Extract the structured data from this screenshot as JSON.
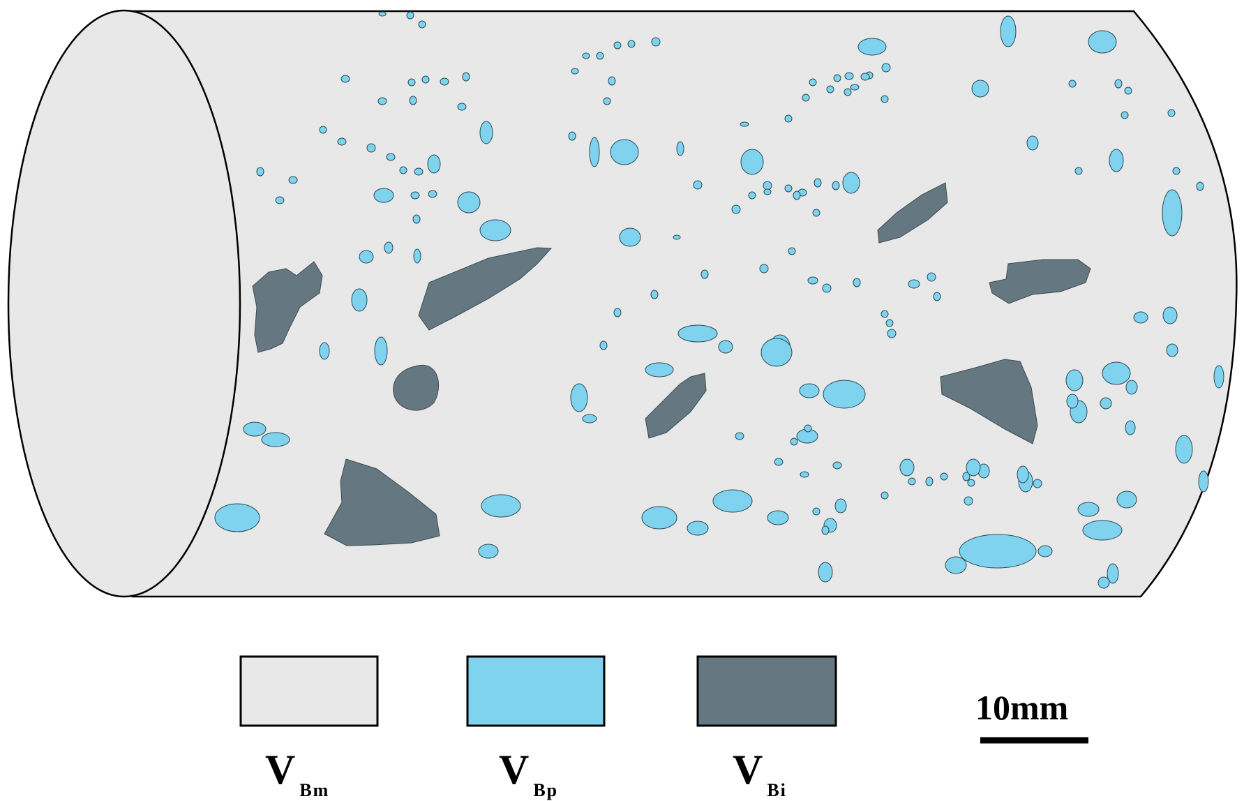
{
  "colors": {
    "matrix": "#e8e8e8",
    "pore": "#7fd3ee",
    "inclusion": "#657781",
    "outline": "#000000"
  },
  "legend": [
    {
      "symbol": "V",
      "subscript": "Bm",
      "color": "#e8e8e8"
    },
    {
      "symbol": "V",
      "subscript": "Bp",
      "color": "#7fd3ee"
    },
    {
      "symbol": "V",
      "subscript": "Bi",
      "color": "#657781"
    }
  ],
  "scale_bar": {
    "label": "10mm"
  }
}
